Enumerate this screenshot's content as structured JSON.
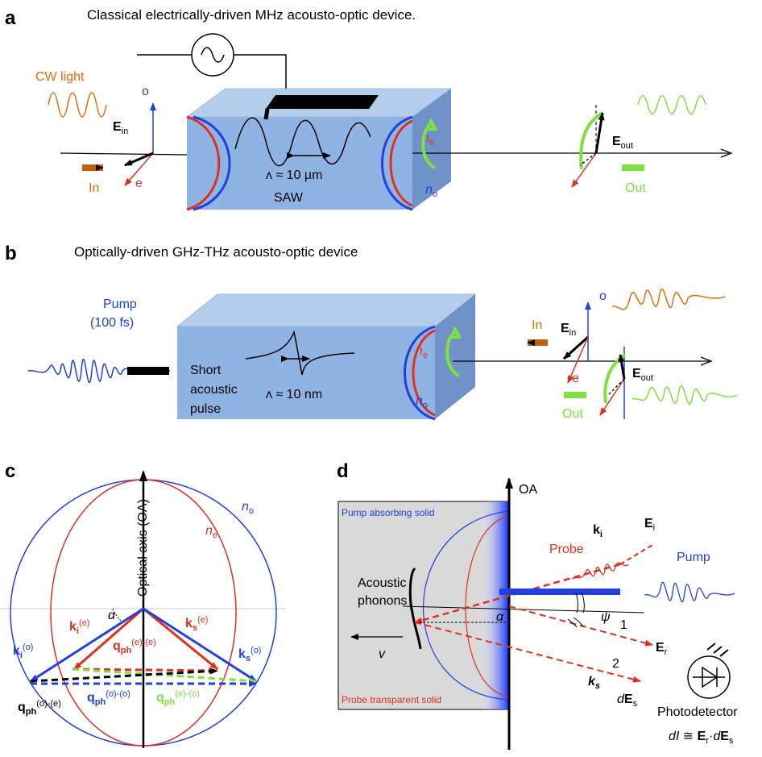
{
  "colors": {
    "orange": "#e46c0a",
    "red": "#e03020",
    "blue": "#2040e0",
    "green": "#80e040",
    "box": "#8fb4e3",
    "black": "#000000",
    "gray": "#d9d9d9"
  },
  "panel_a": {
    "label": "a",
    "caption": "Classical electrically-driven MHz acousto-optic device.",
    "cw_light": "CW light",
    "in_label": "In",
    "out_label": "Out",
    "o": "o",
    "e": "e",
    "ein": "E",
    "ein_sub": "in",
    "eout": "E",
    "eout_sub": "out",
    "ne": "n",
    "ne_sub": "e",
    "no": "n",
    "no_sub": "o",
    "lambda": "ʌ ≈ 10 µm",
    "saw": "SAW"
  },
  "panel_b": {
    "label": "b",
    "caption": "Optically-driven GHz-THz acousto-optic device",
    "pump": "Pump",
    "pump_dur": "(100 fs)",
    "short": "Short",
    "acoustic": "acoustic",
    "pulse": "pulse",
    "lambda": "ʌ ≈ 10 nm",
    "in_label": "In",
    "out_label": "Out",
    "o": "o",
    "e": "e",
    "ein": "E",
    "ein_sub": "in",
    "eout": "E",
    "eout_sub": "out",
    "ne": "n",
    "ne_sub": "e",
    "no": "n",
    "no_sub": "o"
  },
  "panel_c": {
    "label": "c",
    "axis": "Optical axis (OA)",
    "no": "n",
    "no_sub": "o",
    "ne": "n",
    "ne_sub": "e",
    "alpha": "α",
    "ki_e": "k",
    "ki_e_sub": "i",
    "ki_e_sup": "(e)",
    "ks_e": "k",
    "ks_e_sub": "s",
    "ks_e_sup": "(e)",
    "q_ee": "q",
    "q_ee_sub": "ph",
    "q_ee_sup": "(e)-(e)",
    "ki_o": "k",
    "ki_o_sub": "i",
    "ki_o_sup": "(o)",
    "ks_o": "k",
    "ks_o_sub": "s",
    "ks_o_sup": "(o)",
    "q_oe": "q",
    "q_oe_sub": "ph",
    "q_oe_sup": "(o)-(e)",
    "q_oo": "q",
    "q_oo_sub": "ph",
    "q_oo_sup": "(o)-(o)",
    "q_eo": "q",
    "q_eo_sub": "ph",
    "q_eo_sup": "(e)-(o)"
  },
  "panel_d": {
    "label": "d",
    "oa": "OA",
    "pump_solid": "Pump absorbing solid",
    "probe_solid": "Probe transparent solid",
    "acoustic": "Acoustic",
    "phonons": "phonons",
    "v": "v",
    "alpha": "α",
    "probe": "Probe",
    "ki": "k",
    "ki_sub": "i",
    "ei": "E",
    "ei_sub": "i",
    "pump": "Pump",
    "psi": "ψ",
    "one": "1",
    "two": "2",
    "er": "E",
    "er_sub": "r",
    "ks": "k",
    "ks_sub": "s",
    "des_d": "d",
    "des_e": "E",
    "des_sub": "s",
    "photodetector": "Photodetector",
    "formula_a": "dI",
    "formula_b": " ≅ ",
    "formula_c": "E",
    "formula_c_sub": "r",
    "formula_d": "·d",
    "formula_e": "E",
    "formula_e_sub": "s"
  }
}
